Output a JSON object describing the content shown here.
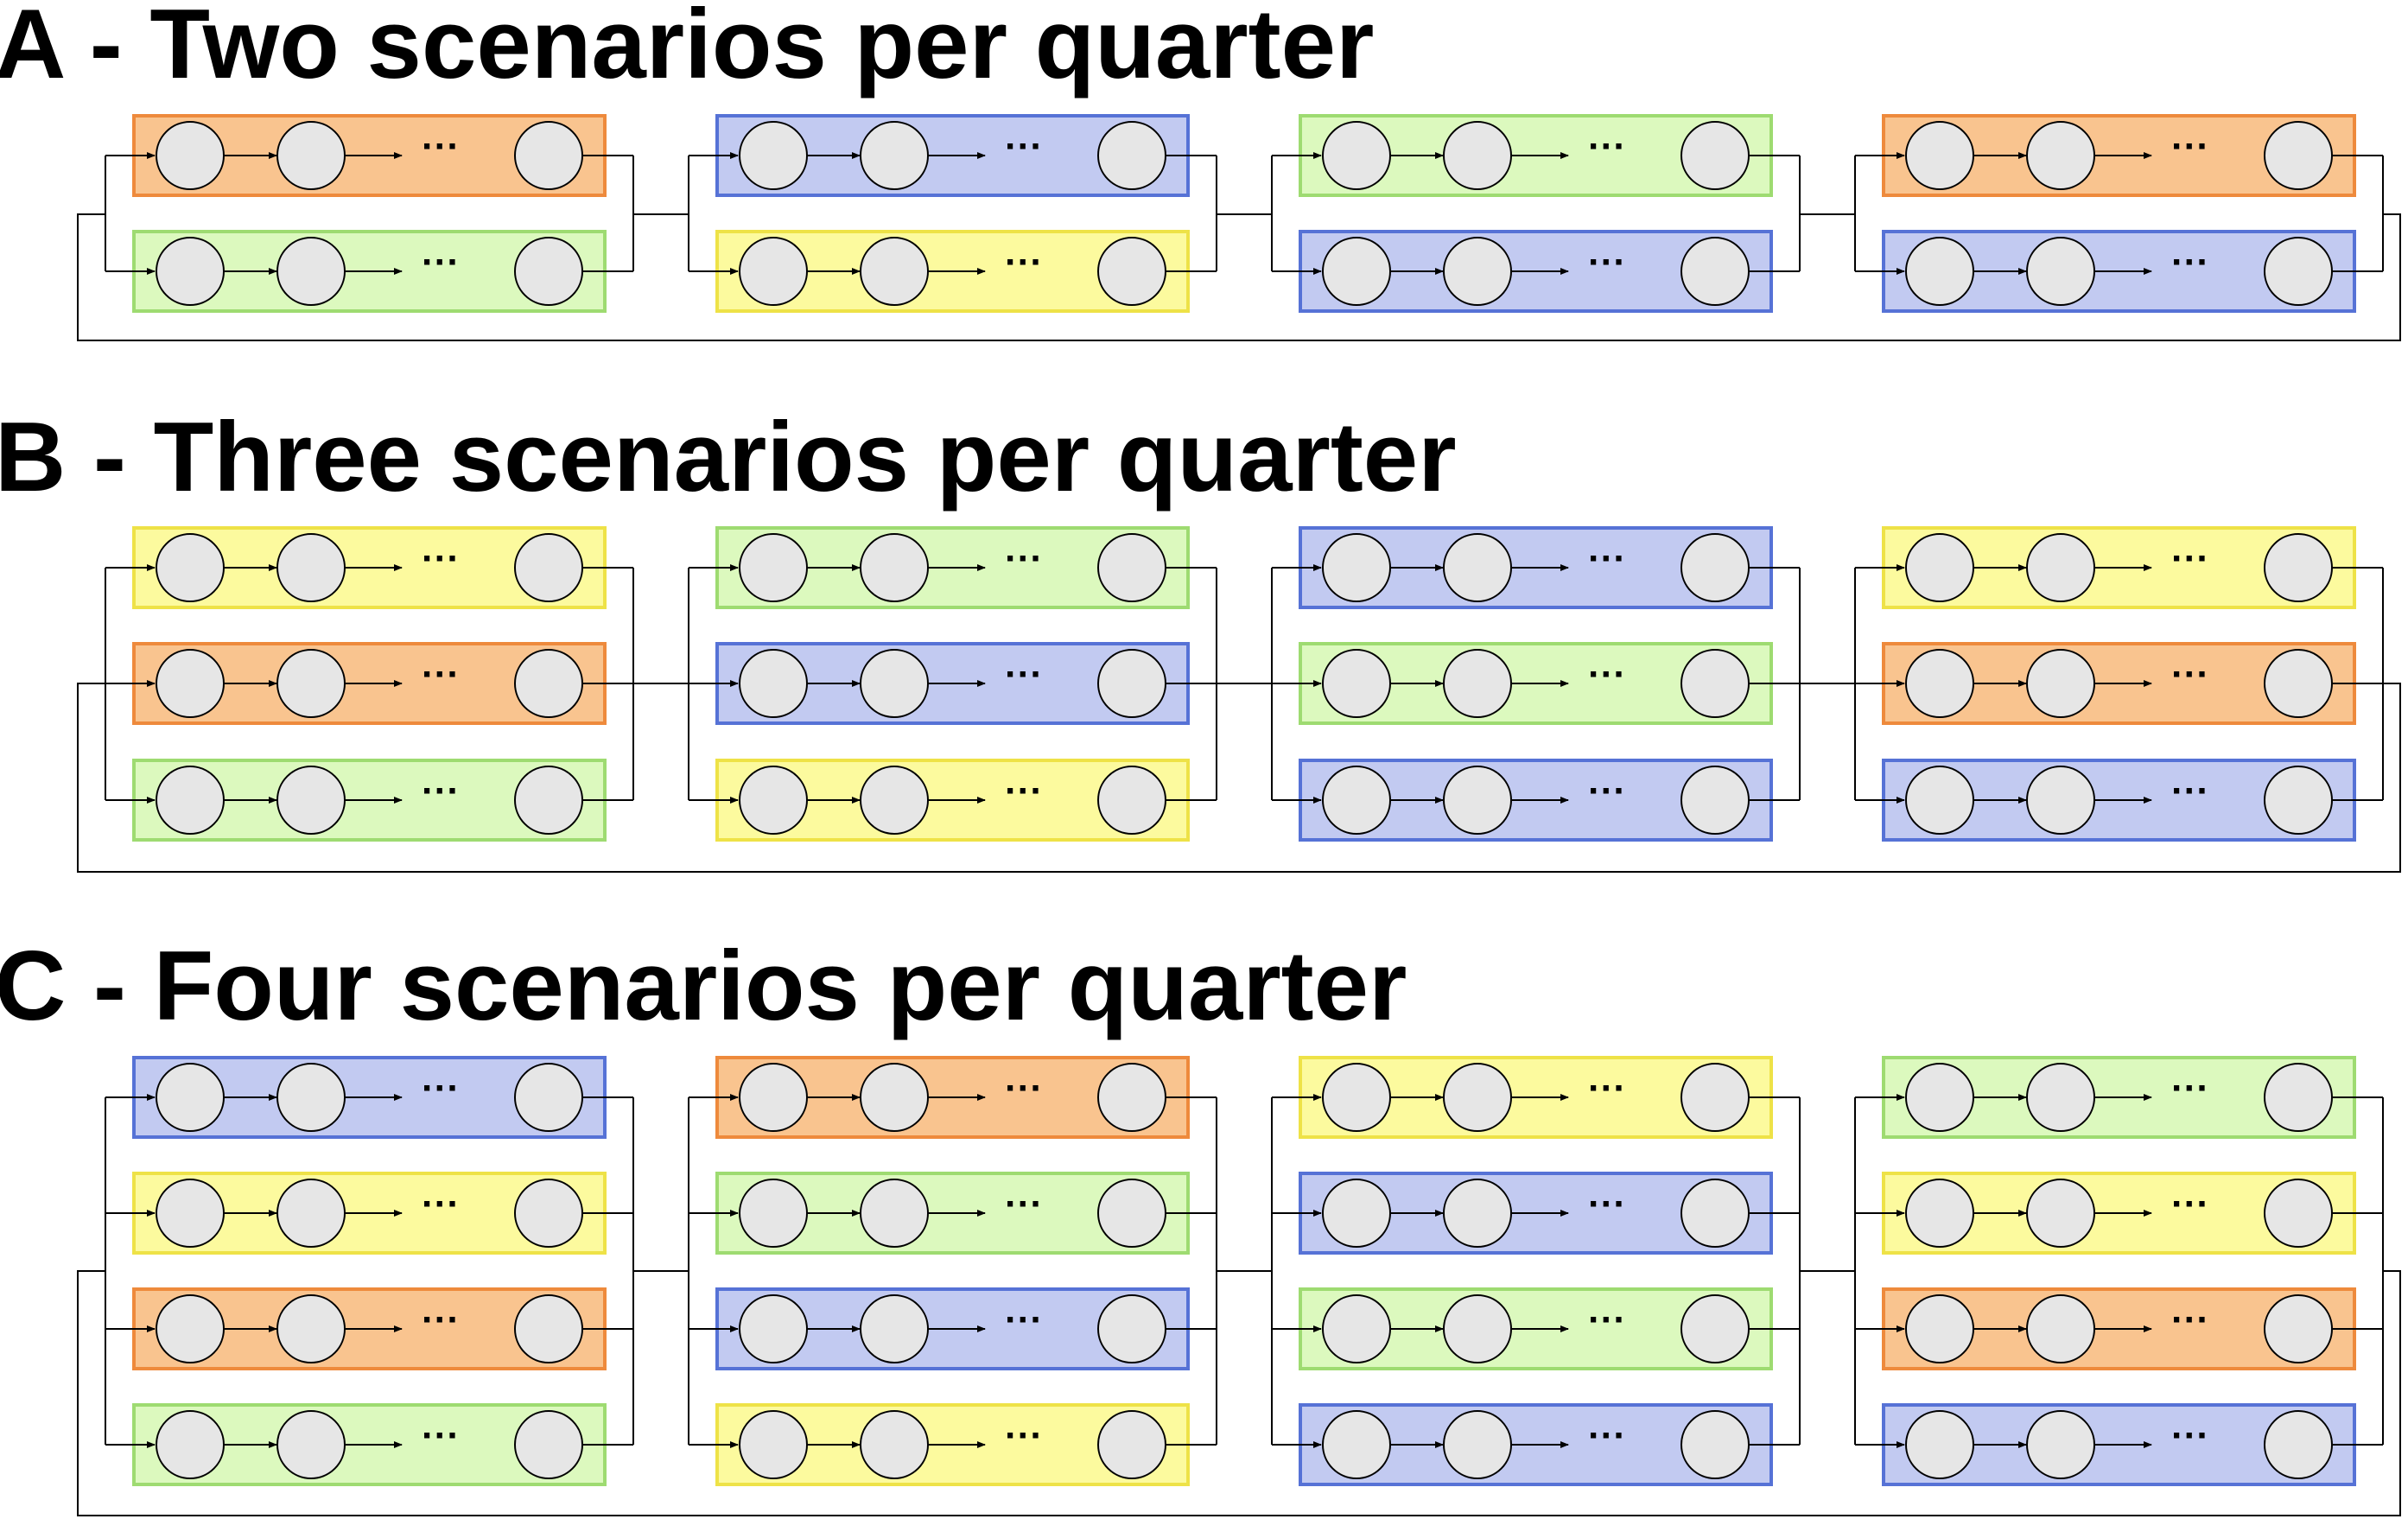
{
  "colors": {
    "orange": {
      "fill": "#F9C48F",
      "stroke": "#EE8A3C"
    },
    "blue": {
      "fill": "#C2CAF1",
      "stroke": "#5672D6"
    },
    "green": {
      "fill": "#DCF9BE",
      "stroke": "#9EDB71"
    },
    "yellow": {
      "fill": "#FCFA9E",
      "stroke": "#EEE247"
    },
    "node": {
      "fill": "#E6E6E6",
      "stroke": "#000000"
    },
    "line": "#000000"
  },
  "ellipsis": "···",
  "panels": [
    {
      "title": "A - Two scenarios per quarter",
      "scenarios_per_quarter": 2,
      "quarters": [
        [
          "orange",
          "green"
        ],
        [
          "blue",
          "yellow"
        ],
        [
          "green",
          "blue"
        ],
        [
          "orange",
          "blue"
        ]
      ]
    },
    {
      "title": "B - Three scenarios per quarter",
      "scenarios_per_quarter": 3,
      "quarters": [
        [
          "yellow",
          "orange",
          "green"
        ],
        [
          "green",
          "blue",
          "yellow"
        ],
        [
          "blue",
          "green",
          "blue"
        ],
        [
          "yellow",
          "orange",
          "blue"
        ]
      ]
    },
    {
      "title": "C - Four scenarios per quarter",
      "scenarios_per_quarter": 4,
      "quarters": [
        [
          "blue",
          "yellow",
          "orange",
          "green"
        ],
        [
          "orange",
          "green",
          "blue",
          "yellow"
        ],
        [
          "yellow",
          "blue",
          "green",
          "blue"
        ],
        [
          "green",
          "yellow",
          "orange",
          "blue"
        ]
      ]
    }
  ]
}
